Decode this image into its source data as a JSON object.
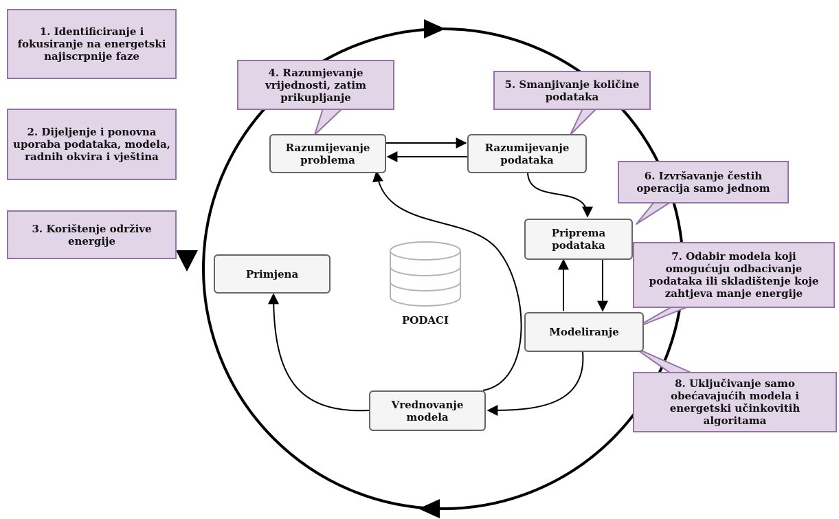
{
  "tips": {
    "t1": "1. Identificiranje i fokusiranje na energetski najiscrpnije faze",
    "t2": "2. Dijeljenje i ponovna uporaba podataka, modela, radnih okvira i vještina",
    "t3": "3. Korištenje održive energije",
    "t4": "4. Razumjevanje vrijednosti, zatim prikupljanje",
    "t5": "5. Smanjivanje količine podataka",
    "t6": "6. Izvršavanje čestih operacija samo jednom",
    "t7": "7. Odabir modela koji omogućuju odbacivanje podataka ili skladištenje koje zahtjeva manje energije",
    "t8": "8. Uključivanje samo obećavajućih modela i energetski učinkovitih algoritama"
  },
  "nodes": {
    "razumijevanje_problema": "Razumijevanje problema",
    "razumijevanje_podataka": "Razumijevanje podataka",
    "priprema_podataka": "Priprema podataka",
    "modeliranje": "Modeliranje",
    "vrednovanje_modela": "Vrednovanje modela",
    "primjena": "Primjena"
  },
  "database": {
    "label": "PODACI",
    "icon": "database-icon"
  },
  "colors": {
    "tip_fill": "#e1d5e7",
    "tip_border": "#9673a6",
    "node_fill": "#f5f5f5",
    "node_border": "#666666",
    "line": "#000000",
    "db_stroke": "#b3b3b3"
  }
}
